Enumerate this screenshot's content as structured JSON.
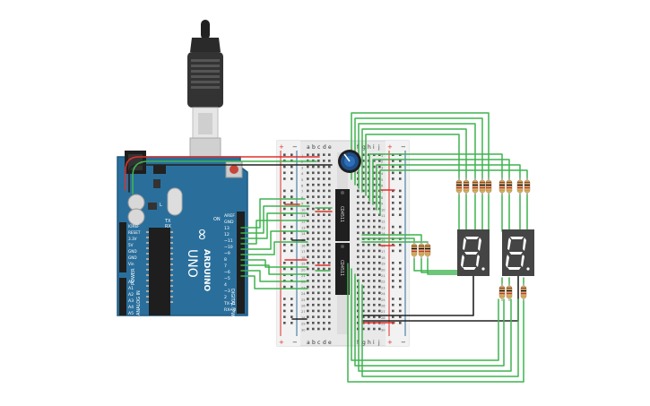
{
  "arduino": {
    "brand": "ARDUINO",
    "model": "UNO",
    "infinity_symbol": "∞",
    "digital_label": "DIGITAL (PWM ~)",
    "power_label": "POWER",
    "analog_label": "ANALOG IN",
    "on_label": "ON",
    "tx_label": "TX",
    "rx_label": "RX",
    "l_label": "L",
    "reset_label": "RESET",
    "header_pins": [
      "AREF",
      "GND",
      "13",
      "12",
      "~11",
      "~10",
      "~9",
      "8",
      "7",
      "~6",
      "~5",
      "4",
      "~3",
      "2",
      "TX→1",
      "RX←0"
    ],
    "power_pins": [
      "IOREF",
      "RESET",
      "3.3V",
      "5V",
      "GND",
      "GND",
      "Vin"
    ],
    "analog_pins": [
      "A0",
      "A1",
      "A2",
      "A3",
      "A4",
      "A5"
    ]
  },
  "breadboard": {
    "columns_top": [
      "a",
      "b",
      "c",
      "d",
      "e"
    ],
    "columns_bottom": [
      "f",
      "g",
      "h",
      "i",
      "j"
    ],
    "row_numbers": [
      "1",
      "2",
      "3",
      "4",
      "5",
      "6",
      "7",
      "8",
      "9",
      "10",
      "11",
      "12",
      "13",
      "14",
      "15",
      "16",
      "17",
      "18",
      "19",
      "20",
      "21",
      "22",
      "23",
      "24",
      "25",
      "26",
      "27",
      "28",
      "29",
      "30"
    ],
    "rail_plus": "+",
    "rail_minus": "−"
  },
  "chips": {
    "upper_label": "CD4511",
    "lower_label": "CD4511"
  },
  "displays": {
    "left_digit": "8.",
    "right_digit": "8."
  },
  "colors": {
    "board_blue": "#2a6f9c",
    "wire_green": "#3fb34f",
    "wire_red": "#e0302a",
    "wire_black": "#222222",
    "breadboard": "#e9e9e9",
    "display_body": "#454545",
    "segment_on": "#ffffff",
    "potentiometer": "#1f4f8a"
  }
}
